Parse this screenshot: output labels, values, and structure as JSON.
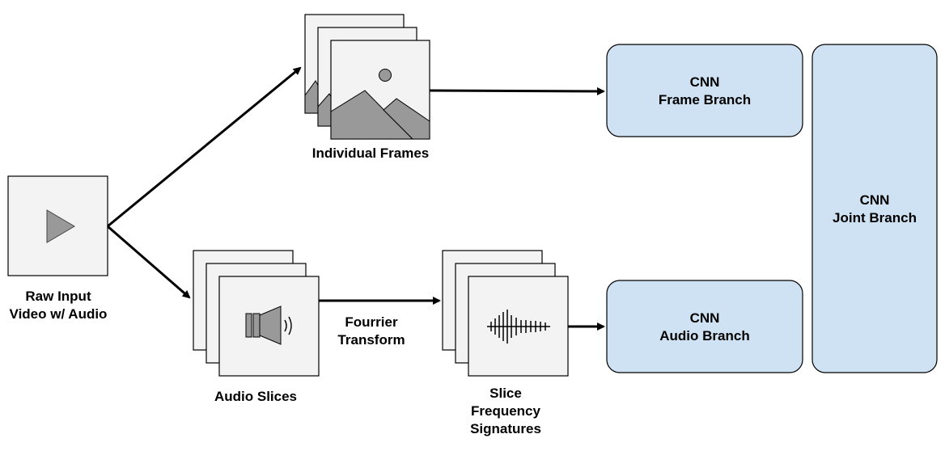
{
  "inputs": {
    "raw_input": {
      "line1": "Raw Input",
      "line2": "Video w/ Audio"
    }
  },
  "stacks": {
    "frames": {
      "label": "Individual Frames"
    },
    "audio_slices": {
      "label": "Audio Slices"
    },
    "signatures": {
      "line1": "Slice",
      "line2": "Frequency",
      "line3": "Signatures"
    }
  },
  "edges": {
    "fourier": {
      "line1": "Fourrier",
      "line2": "Transform"
    }
  },
  "branches": {
    "frame": {
      "line1": "CNN",
      "line2": "Frame Branch"
    },
    "audio": {
      "line1": "CNN",
      "line2": "Audio Branch"
    },
    "joint": {
      "line1": "CNN",
      "line2": "Joint Branch"
    }
  },
  "colors": {
    "branch_fill": "#cfe2f3",
    "card_fill": "#f3f3f3",
    "icon_fill": "#999999",
    "stroke": "#000000"
  }
}
